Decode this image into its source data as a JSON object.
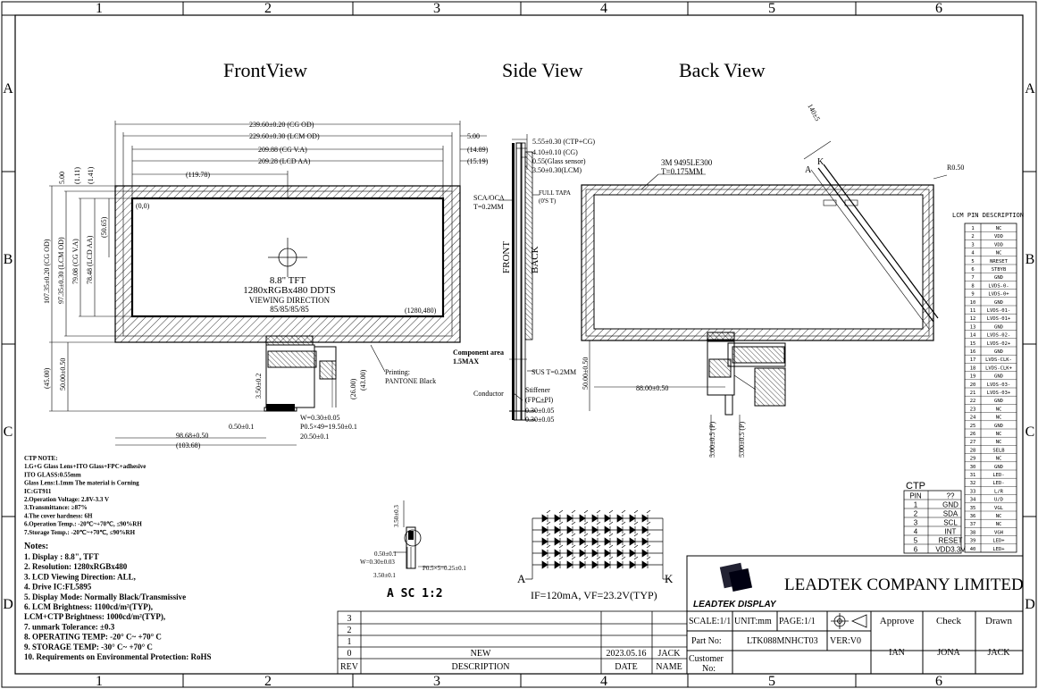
{
  "grid": {
    "columns": [
      "1",
      "2",
      "3",
      "4",
      "5",
      "6"
    ],
    "rows": [
      "A",
      "B",
      "C",
      "D"
    ]
  },
  "views": {
    "front_title": "FrontView",
    "side_title": "Side View",
    "back_title": "Back View"
  },
  "front": {
    "dims_top": [
      "239.60±0.20 (CG OD)",
      "229.60±0.30 (LCM OD)",
      "209.88 (CG V.A)",
      "209.28 (LCD AA)",
      "(119.78)"
    ],
    "dims_right_top": [
      "5.00",
      "(14.89)",
      "(15.19)"
    ],
    "dims_left": [
      "5.00",
      "(1.11)",
      "(1.41)",
      "107.35±0.20 (CG OD)",
      "97.35±0.30 (LCM OD)",
      "79.08 (CG V.A)",
      "78.48 (LCD AA)",
      "(50.65)",
      "(45.00)",
      "50.00±0.50"
    ],
    "origin": "(0,0)",
    "end_coord": "(1280,480)",
    "center_lines": [
      "8.8\" TFT",
      "1280xRGBx480 DDTS",
      "VIEWING DIRECTION",
      "85/85/85/85"
    ],
    "printing": [
      "Printing:",
      "PANTONE Black"
    ],
    "fpc_dims": [
      "3.50±0.2",
      "(26.00)",
      "(43.00)",
      "0.50±0.1",
      "W=0.30±0.05",
      "P0.5×49=19.50±0.1",
      "20.50±0.1",
      "98.68±0.50",
      "(103.68)"
    ]
  },
  "side": {
    "dims": [
      "5.55±0.30 (CTP+CG)",
      "4.10±0.10 (CG)",
      "0.55(Glass sensor)",
      "3.50±0.30(LCM)"
    ],
    "labels": [
      "SCA/OCA",
      "T=0.2MM",
      "FULL TAPA",
      "(0'S T)",
      "FRONT",
      "BACK",
      "Component area",
      "1.5MAX",
      "SUS T=0.2MM",
      "Conductor",
      "Stiffener",
      "(FPC+PI)",
      "0.30±0.05",
      "0.30±0.05"
    ]
  },
  "back": {
    "tape": [
      "3M 9495LE300",
      "T=0.175MM"
    ],
    "cable": "140±5",
    "radius": "R0.50",
    "label_a": "A",
    "label_k": "K",
    "dims": [
      "50.00±0.50",
      "88.00±0.50",
      "5.00±0.5 (P)",
      "5.00±0.5 (P)"
    ]
  },
  "lcm_pins": {
    "title": "LCM PIN DESCRIPTION",
    "rows": [
      [
        "1",
        "NC"
      ],
      [
        "2",
        "VDD"
      ],
      [
        "3",
        "VDD"
      ],
      [
        "4",
        "NC"
      ],
      [
        "5",
        "NRESET"
      ],
      [
        "6",
        "STBYB"
      ],
      [
        "7",
        "GND"
      ],
      [
        "8",
        "LVDS-0-"
      ],
      [
        "9",
        "LVDS-0+"
      ],
      [
        "10",
        "GND"
      ],
      [
        "11",
        "LVDS-01-"
      ],
      [
        "12",
        "LVDS-01+"
      ],
      [
        "13",
        "GND"
      ],
      [
        "14",
        "LVDS-02-"
      ],
      [
        "15",
        "LVDS-02+"
      ],
      [
        "16",
        "GND"
      ],
      [
        "17",
        "LVDS-CLK-"
      ],
      [
        "18",
        "LVDS-CLK+"
      ],
      [
        "19",
        "GND"
      ],
      [
        "20",
        "LVDS-03-"
      ],
      [
        "21",
        "LVDS-03+"
      ],
      [
        "22",
        "GND"
      ],
      [
        "23",
        "NC"
      ],
      [
        "24",
        "NC"
      ],
      [
        "25",
        "GND"
      ],
      [
        "26",
        "NC"
      ],
      [
        "27",
        "NC"
      ],
      [
        "28",
        "SELB"
      ],
      [
        "29",
        "NC"
      ],
      [
        "30",
        "GND"
      ],
      [
        "31",
        "LED-"
      ],
      [
        "32",
        "LED-"
      ],
      [
        "33",
        "L/R"
      ],
      [
        "34",
        "U/D"
      ],
      [
        "35",
        "VGL"
      ],
      [
        "36",
        "NC"
      ],
      [
        "37",
        "NC"
      ],
      [
        "38",
        "VGH"
      ],
      [
        "39",
        "LED+"
      ],
      [
        "40",
        "LED+"
      ]
    ]
  },
  "ctp": {
    "title": "CTP",
    "header": [
      "PIN",
      "??"
    ],
    "rows": [
      [
        "1",
        "GND"
      ],
      [
        "2",
        "SDA"
      ],
      [
        "3",
        "SCL"
      ],
      [
        "4",
        "INT"
      ],
      [
        "5",
        "RESET"
      ],
      [
        "6",
        "VDD3.3V"
      ]
    ]
  },
  "ctp_note": [
    "CTP NOTE:",
    "1.G+G Glass Lens+ITO Glass+FPC+adhesive",
    "  ITO GLASS:0.55mm",
    "  Glass Lens:1.1mm The material is Corning",
    "  IC:GT911",
    "2.Operation Voltage: 2.8V-3.3 V",
    "3.Transmittance: ≥87%",
    "4.The cover hardness: 6H",
    "6.Operation Temp.: -20℃~+70℃, ≤90%RH",
    "7.Storage Temp.: -20℃~+70℃, ≤90%RH"
  ],
  "notes": {
    "title": "Notes:",
    "items": [
      "1. Display : 8.8\",  TFT",
      "2. Resolution: 1280xRGBx480",
      "3. LCD Viewing Direction: ALL,",
      "4. Drive IC:FL5895",
      "5. Display Mode: Normally Black/Transmissive",
      "6. LCM Brightness: 1100cd/m²(TYP),",
      "   LCM+CTP Brightness: 1000cd/m²(TYP),",
      "7. unmark Tolerance: ±0.3",
      "8. OPERATING TEMP: -20° C~ +70° C",
      "9. STORAGE TEMP: -30° C~ +70° C",
      "10. Requirements on Environmental Protection: RoHS"
    ]
  },
  "detail": {
    "title": "A SC 1:2",
    "dims": [
      "3.50±0.3",
      "0.50±0.1",
      "W=0.30±0.03",
      "3.50±0.1",
      "P0.5×5=0.25±0.1"
    ]
  },
  "led": {
    "a": "A",
    "k": "K",
    "spec": "IF=120mA, VF=23.2V(TYP)"
  },
  "title_block": {
    "company": "LEADTEK COMPANY LIMITED",
    "logo": "LEADTEK DISPLAY",
    "scale": "SCALE:1/1",
    "unit": "UNIT:mm",
    "page": "PAGE:1/1",
    "approve": "Approve",
    "check": "Check",
    "drawn": "Drawn",
    "part_no_label": "Part No:",
    "part_no": "LTK088MNHCT03",
    "version": "VER:V0",
    "customer_label": "Customer",
    "customer_label2": "No:",
    "approve_name": "IAN",
    "check_name": "JONA",
    "drawn_name": "JACK"
  },
  "revisions": {
    "nums": [
      "3",
      "2",
      "1",
      "0"
    ],
    "new_desc": "NEW",
    "new_date": "2023.05.16",
    "new_name": "JACK",
    "header_rev": "REV",
    "header_desc": "DESCRIPTION",
    "header_date": "DATE",
    "header_name": "NAME"
  }
}
